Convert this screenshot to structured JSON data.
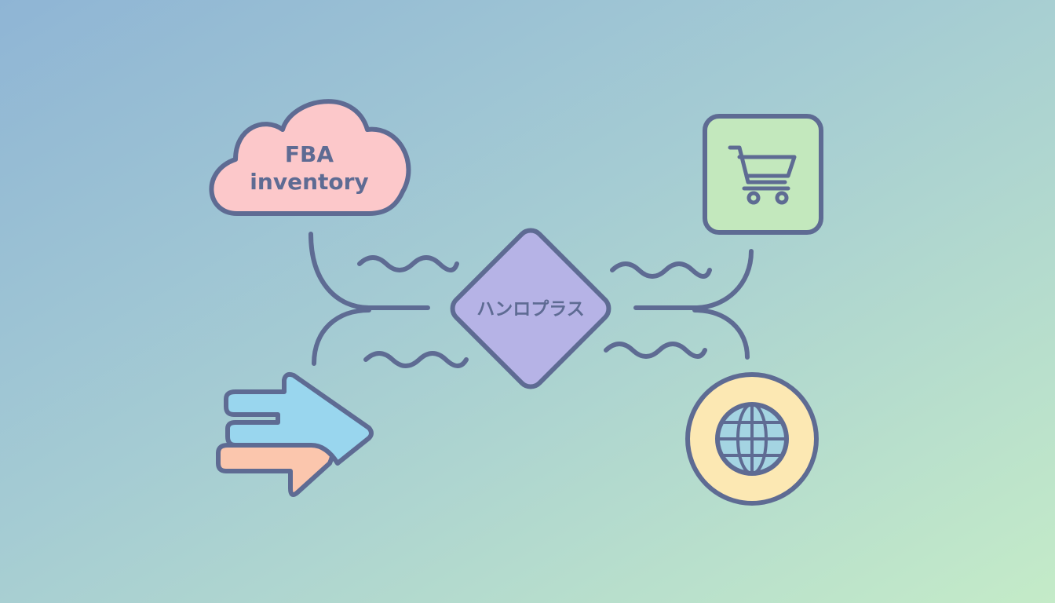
{
  "diagram": {
    "source_node": {
      "line1": "FBA",
      "line2": "inventory"
    },
    "hub_node": {
      "label": "ハンロプラス"
    },
    "outputs": [
      {
        "icon": "shopping-cart-icon"
      },
      {
        "icon": "globe-icon"
      }
    ],
    "inputs": [
      {
        "icon": "double-arrow-icon"
      }
    ]
  },
  "colors": {
    "stroke": "#5e6b93",
    "cloud_fill": "#fcc8ca",
    "hub_fill": "#b6b3e6",
    "cart_fill": "#c3e8bd",
    "globe_ring_fill": "#fce8b3",
    "globe_fill": "#a4d4e2",
    "arrow_top_fill": "#99d6ee",
    "arrow_bottom_fill": "#fbc6ad",
    "bg_top_left": "#8fb5d5",
    "bg_bottom_right": "#c4ebc8"
  }
}
